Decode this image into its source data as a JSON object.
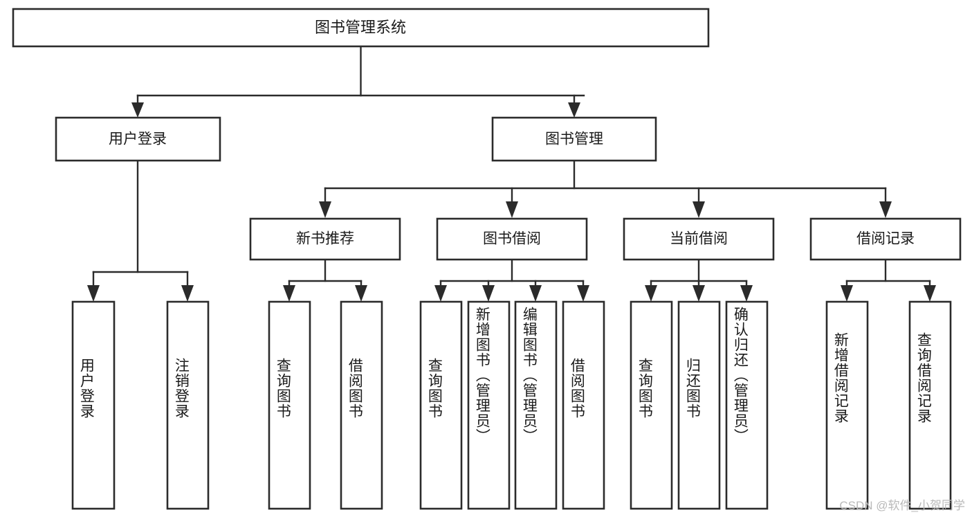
{
  "diagram": {
    "type": "tree-hierarchy",
    "title": "图书管理系统",
    "root": {
      "label": "图书管理系统"
    },
    "level2": [
      {
        "id": "user-login",
        "label": "用户登录"
      },
      {
        "id": "book-management",
        "label": "图书管理"
      }
    ],
    "level3": [
      {
        "id": "new-book-recommend",
        "label": "新书推荐",
        "parent": "book-management"
      },
      {
        "id": "book-borrow",
        "label": "图书借阅",
        "parent": "book-management"
      },
      {
        "id": "current-borrow",
        "label": "当前借阅",
        "parent": "book-management"
      },
      {
        "id": "borrow-record",
        "label": "借阅记录",
        "parent": "book-management"
      }
    ],
    "leaves": {
      "user-login": [
        {
          "id": "leaf-user-login",
          "label": "用户登录"
        },
        {
          "id": "leaf-logout-login",
          "label": "注销登录"
        }
      ],
      "new-book-recommend": [
        {
          "id": "leaf-query-book-1",
          "label": "查询图书"
        },
        {
          "id": "leaf-borrow-book-1",
          "label": "借阅图书"
        }
      ],
      "book-borrow": [
        {
          "id": "leaf-query-book-2",
          "label": "查询图书"
        },
        {
          "id": "leaf-add-book-admin",
          "label": "新增图书（管理员）"
        },
        {
          "id": "leaf-edit-book-admin",
          "label": "编辑图书（管理员）"
        },
        {
          "id": "leaf-borrow-book-2",
          "label": "借阅图书"
        }
      ],
      "current-borrow": [
        {
          "id": "leaf-query-book-3",
          "label": "查询图书"
        },
        {
          "id": "leaf-return-book",
          "label": "归还图书"
        },
        {
          "id": "leaf-confirm-return-admin",
          "label": "确认归还（管理员）"
        }
      ],
      "borrow-record": [
        {
          "id": "leaf-add-borrow-record",
          "label": "新增借阅记录"
        },
        {
          "id": "leaf-query-borrow-record",
          "label": "查询借阅记录"
        }
      ]
    }
  },
  "watermark": {
    "text": "CSDN @软件_小贺同学"
  },
  "colors": {
    "box_stroke": "#2b2b2b",
    "box_fill": "#ffffff",
    "text": "#1a1a1a",
    "connector": "#2b2b2b",
    "watermark": "#b9b9b9",
    "background": "#ffffff"
  }
}
